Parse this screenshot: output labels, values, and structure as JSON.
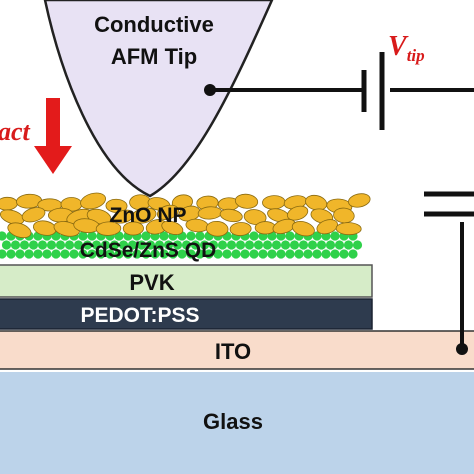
{
  "tip": {
    "line1": "Conductive",
    "line2": "AFM Tip"
  },
  "voltage": {
    "symbol": "V",
    "subscript": "tip"
  },
  "force_label": "act",
  "layers": {
    "np": "ZnO NP",
    "qd": "CdSe/ZnS QD",
    "pvk": "PVK",
    "pedot": "PEDOT:PSS",
    "ito": "ITO",
    "glass": "Glass"
  },
  "colors": {
    "tip_fill": "#e8e2f4",
    "arrow": "#e31b1b",
    "np": "#f0b62a",
    "qd": "#2fd14a",
    "pvk": "#d6ecc8",
    "pedot": "#2e3b4e",
    "ito": "#f9dccb",
    "glass": "#bcd3ea"
  }
}
